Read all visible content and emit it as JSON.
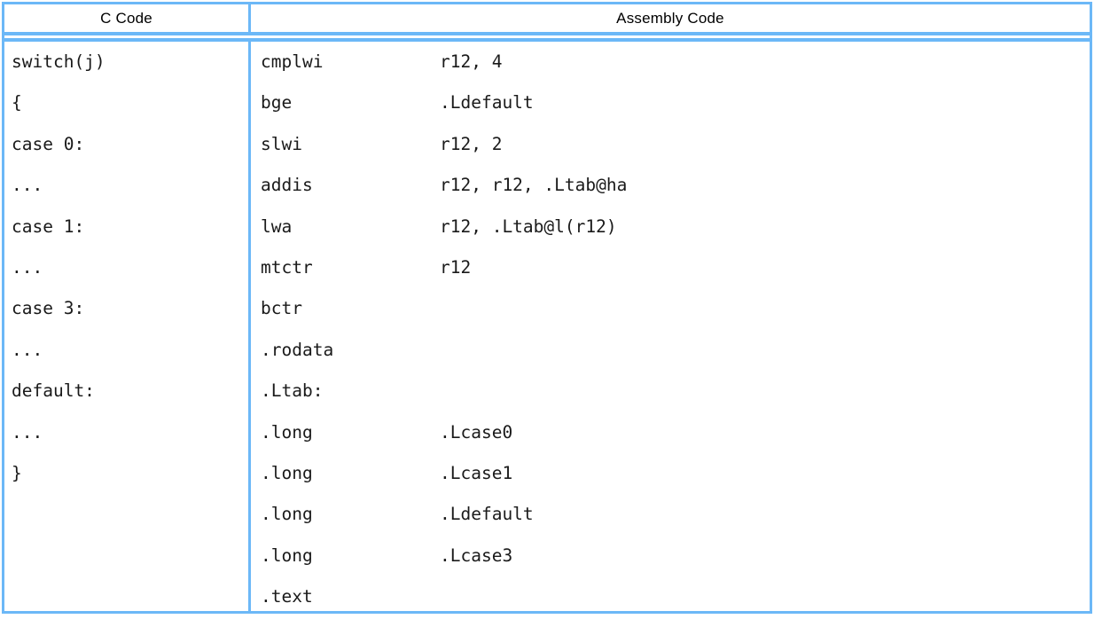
{
  "colors": {
    "rule": "#6cb8f7",
    "text": "#1a1a1a",
    "header_text": "#000000",
    "background": "#ffffff"
  },
  "table": {
    "headers": {
      "c_code": "C Code",
      "assembly_code": "Assembly Code"
    },
    "c_code_lines": [
      "switch(j)",
      "{",
      "case 0:",
      "...",
      "case 1:",
      "...",
      "case 3:",
      "...",
      "default:",
      "...",
      "}",
      "",
      "",
      ""
    ],
    "assembly_lines": [
      {
        "mnemonic": "cmplwi",
        "operand": "r12, 4"
      },
      {
        "mnemonic": "bge",
        "operand": ".Ldefault"
      },
      {
        "mnemonic": "slwi",
        "operand": "r12, 2"
      },
      {
        "mnemonic": "addis",
        "operand": "r12, r12, .Ltab@ha"
      },
      {
        "mnemonic": "lwa",
        "operand": "r12, .Ltab@l(r12)"
      },
      {
        "mnemonic": "mtctr",
        "operand": "r12"
      },
      {
        "mnemonic": "bctr",
        "operand": ""
      },
      {
        "mnemonic": ".rodata",
        "operand": ""
      },
      {
        "mnemonic": ".Ltab:",
        "operand": ""
      },
      {
        "mnemonic": ".long",
        "operand": ".Lcase0"
      },
      {
        "mnemonic": ".long",
        "operand": ".Lcase1"
      },
      {
        "mnemonic": ".long",
        "operand": ".Ldefault"
      },
      {
        "mnemonic": ".long",
        "operand": ".Lcase3"
      },
      {
        "mnemonic": ".text",
        "operand": ""
      }
    ]
  }
}
